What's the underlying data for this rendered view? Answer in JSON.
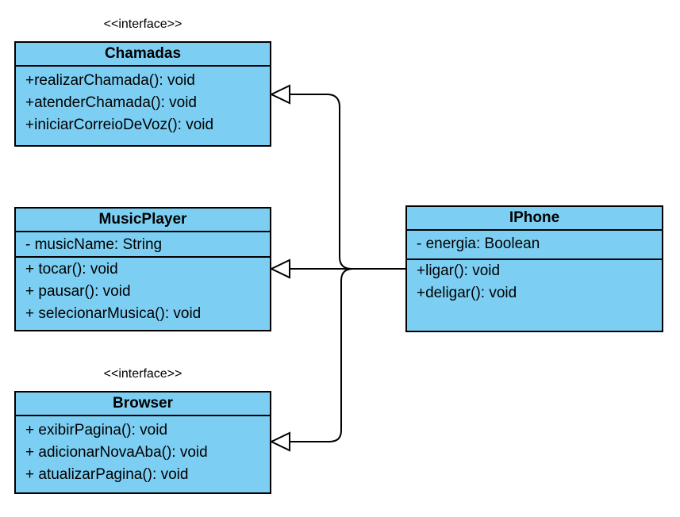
{
  "diagram": {
    "chamadas": {
      "stereotype": "<<interface>>",
      "name": "Chamadas",
      "methods": [
        "+realizarChamada(): void",
        "+atenderChamada(): void",
        "+iniciarCorreioDeVoz(): void"
      ]
    },
    "musicplayer": {
      "name": "MusicPlayer",
      "attributes": [
        "- musicName: String"
      ],
      "methods": [
        "+ tocar(): void",
        "+ pausar(): void",
        "+ selecionarMusica(): void"
      ]
    },
    "browser": {
      "stereotype": "<<interface>>",
      "name": "Browser",
      "methods": [
        "+ exibirPagina(): void",
        "+ adicionarNovaAba(): void",
        "+ atualizarPagina(): void"
      ]
    },
    "iphone": {
      "name": "IPhone",
      "attributes": [
        "- energia: Boolean"
      ],
      "methods": [
        "+ligar(): void",
        "+deligar(): void"
      ]
    }
  },
  "colors": {
    "class_fill": "#7ccff3",
    "stroke": "#000000"
  }
}
